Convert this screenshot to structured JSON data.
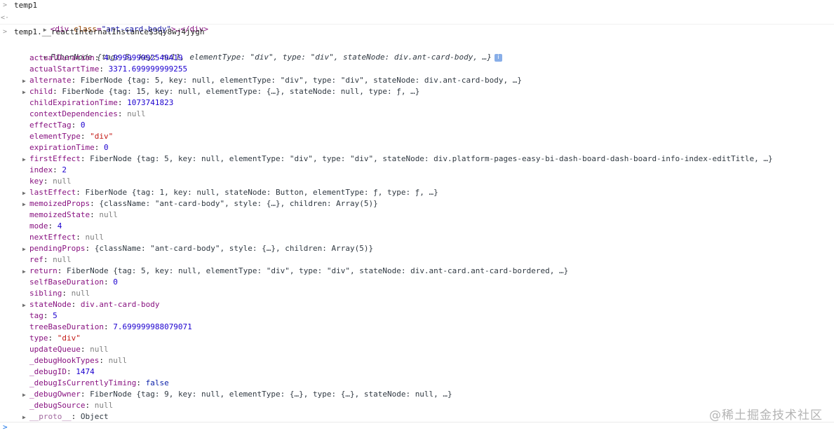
{
  "console": {
    "entry1_input": "temp1",
    "entry1_output": {
      "open_tag": "<div",
      "attr_name": "class",
      "attr_value": "\"ant-card-body\"",
      "close": ">…</div>"
    },
    "entry2_input": "temp1.__reactInternalInstance$3qy8wj4jygh",
    "fiber_header": "FiberNode {tag: 5, key: null, elementType: \"div\", type: \"div\", stateNode: div.ant-card-body, …}",
    "prompt_symbol": ">",
    "result_symbol": "<·",
    "props": [
      {
        "key": "actualDuration",
        "value": "4.999999992549419",
        "kind": "num",
        "expandable": false
      },
      {
        "key": "actualStartTime",
        "value": "3371.699999999255",
        "kind": "num",
        "expandable": false
      },
      {
        "key": "alternate",
        "value": "FiberNode {tag: 5, key: null, elementType: \"div\", type: \"div\", stateNode: div.ant-card-body, …}",
        "kind": "obj",
        "expandable": true
      },
      {
        "key": "child",
        "value": "FiberNode {tag: 15, key: null, elementType: {…}, stateNode: null, type: ƒ, …}",
        "kind": "obj",
        "expandable": true
      },
      {
        "key": "childExpirationTime",
        "value": "1073741823",
        "kind": "num",
        "expandable": false
      },
      {
        "key": "contextDependencies",
        "value": "null",
        "kind": "null",
        "expandable": false
      },
      {
        "key": "effectTag",
        "value": "0",
        "kind": "num",
        "expandable": false
      },
      {
        "key": "elementType",
        "value": "\"div\"",
        "kind": "str",
        "expandable": false
      },
      {
        "key": "expirationTime",
        "value": "0",
        "kind": "num",
        "expandable": false
      },
      {
        "key": "firstEffect",
        "value": "FiberNode {tag: 5, key: null, elementType: \"div\", type: \"div\", stateNode: div.platform-pages-easy-bi-dash-board-dash-board-info-index-editTitle, …}",
        "kind": "obj",
        "expandable": true
      },
      {
        "key": "index",
        "value": "2",
        "kind": "num",
        "expandable": false
      },
      {
        "key": "key",
        "value": "null",
        "kind": "null",
        "expandable": false
      },
      {
        "key": "lastEffect",
        "value": "FiberNode {tag: 1, key: null, stateNode: Button, elementType: ƒ, type: ƒ, …}",
        "kind": "obj",
        "expandable": true
      },
      {
        "key": "memoizedProps",
        "value": "{className: \"ant-card-body\", style: {…}, children: Array(5)}",
        "kind": "obj",
        "expandable": true
      },
      {
        "key": "memoizedState",
        "value": "null",
        "kind": "null",
        "expandable": false
      },
      {
        "key": "mode",
        "value": "4",
        "kind": "num",
        "expandable": false
      },
      {
        "key": "nextEffect",
        "value": "null",
        "kind": "null",
        "expandable": false
      },
      {
        "key": "pendingProps",
        "value": "{className: \"ant-card-body\", style: {…}, children: Array(5)}",
        "kind": "obj",
        "expandable": true
      },
      {
        "key": "ref",
        "value": "null",
        "kind": "null",
        "expandable": false
      },
      {
        "key": "return",
        "value": "FiberNode {tag: 5, key: null, elementType: \"div\", type: \"div\", stateNode: div.ant-card.ant-card-bordered, …}",
        "kind": "obj",
        "expandable": true
      },
      {
        "key": "selfBaseDuration",
        "value": "0",
        "kind": "num",
        "expandable": false
      },
      {
        "key": "sibling",
        "value": "null",
        "kind": "null",
        "expandable": false
      },
      {
        "key": "stateNode",
        "value": "div.ant-card-body",
        "kind": "tag",
        "expandable": true
      },
      {
        "key": "tag",
        "value": "5",
        "kind": "num",
        "expandable": false
      },
      {
        "key": "treeBaseDuration",
        "value": "7.699999988079071",
        "kind": "num",
        "expandable": false
      },
      {
        "key": "type",
        "value": "\"div\"",
        "kind": "str",
        "expandable": false
      },
      {
        "key": "updateQueue",
        "value": "null",
        "kind": "null",
        "expandable": false
      },
      {
        "key": "_debugHookTypes",
        "value": "null",
        "kind": "null",
        "expandable": false
      },
      {
        "key": "_debugID",
        "value": "1474",
        "kind": "num",
        "expandable": false
      },
      {
        "key": "_debugIsCurrentlyTiming",
        "value": "false",
        "kind": "kw",
        "expandable": false
      },
      {
        "key": "_debugOwner",
        "value": "FiberNode {tag: 9, key: null, elementType: {…}, type: {…}, stateNode: null, …}",
        "kind": "obj",
        "expandable": true
      },
      {
        "key": "_debugSource",
        "value": "null",
        "kind": "null",
        "expandable": false
      },
      {
        "key": "__proto__",
        "value": "Object",
        "kind": "obj",
        "expandable": true,
        "faded": true
      }
    ]
  },
  "watermark": "@稀土掘金技术社区"
}
